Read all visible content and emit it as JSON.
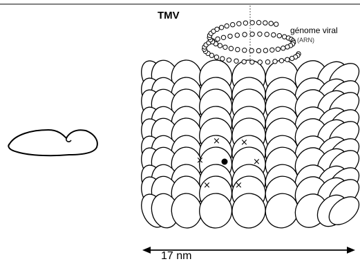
{
  "diagram": {
    "title": "TMV",
    "genome_label": "génome viral",
    "genome_sublabel": "(ARN)",
    "dimension_label": "17 nm",
    "colors": {
      "line": "#000000",
      "fill": "#ffffff"
    }
  }
}
